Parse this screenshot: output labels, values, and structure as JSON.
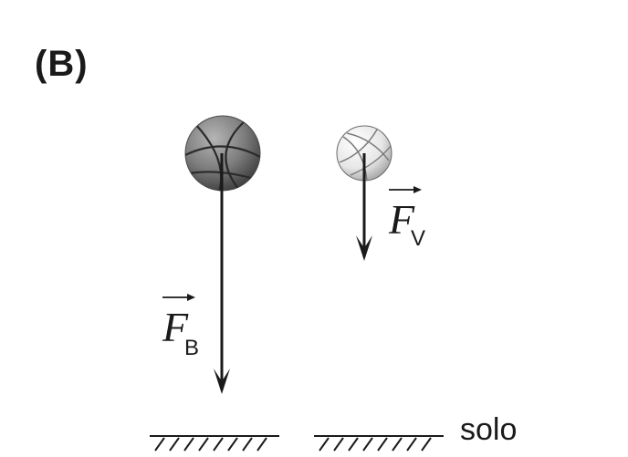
{
  "panel": {
    "label": "(B)"
  },
  "forces": [
    {
      "symbol": "F",
      "subscript": "B",
      "ball": "basketball"
    },
    {
      "symbol": "F",
      "subscript": "V",
      "ball": "volleyball"
    }
  ],
  "ground": {
    "label": "solo"
  },
  "colors": {
    "ink": "#1a1a1a",
    "basketball": "#7a7a7a",
    "volleyball": "#f0f0f0"
  },
  "icons": [
    "basketball-icon",
    "volleyball-icon",
    "force-arrow-icon",
    "vector-arrow-icon",
    "ground-hatch-icon"
  ]
}
